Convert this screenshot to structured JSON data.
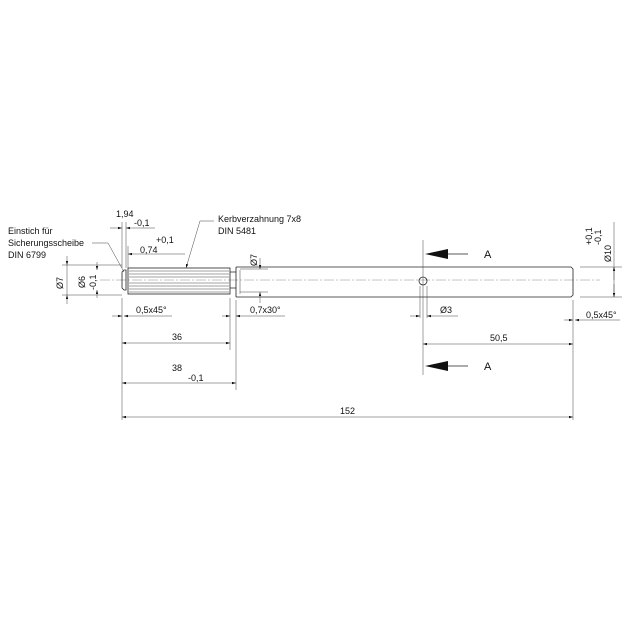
{
  "annotations": {
    "groove_note": [
      "Einstich für",
      "Sicherungsscheibe",
      "DIN 6799"
    ],
    "spline_note": [
      "Kerbverzahnung 7x8",
      "DIN 5481"
    ]
  },
  "dimensions": {
    "groove_width": "1,94",
    "groove_width_tol": "-0,1",
    "groove_pos": "0,74",
    "groove_pos_tol": "+0,1",
    "dia7_left": "Ø7",
    "dia6": "Ø6",
    "dia6_tol": "-0,1",
    "chamfer_left": "0,5x45°",
    "chamfer_mid": "0,7x30°",
    "dia7_mid": "Ø7",
    "len36": "36",
    "len38": "38",
    "len38_tol": "-0,1",
    "len152": "152",
    "hole_dia": "Ø3",
    "hole_pos": "50,5",
    "chamfer_right": "0,5x45°",
    "dia10": "Ø10",
    "dia10_tol_upper": "+0,1",
    "dia10_tol_lower": "-0,1"
  },
  "section": {
    "label_top": "A",
    "label_bottom": "A"
  }
}
